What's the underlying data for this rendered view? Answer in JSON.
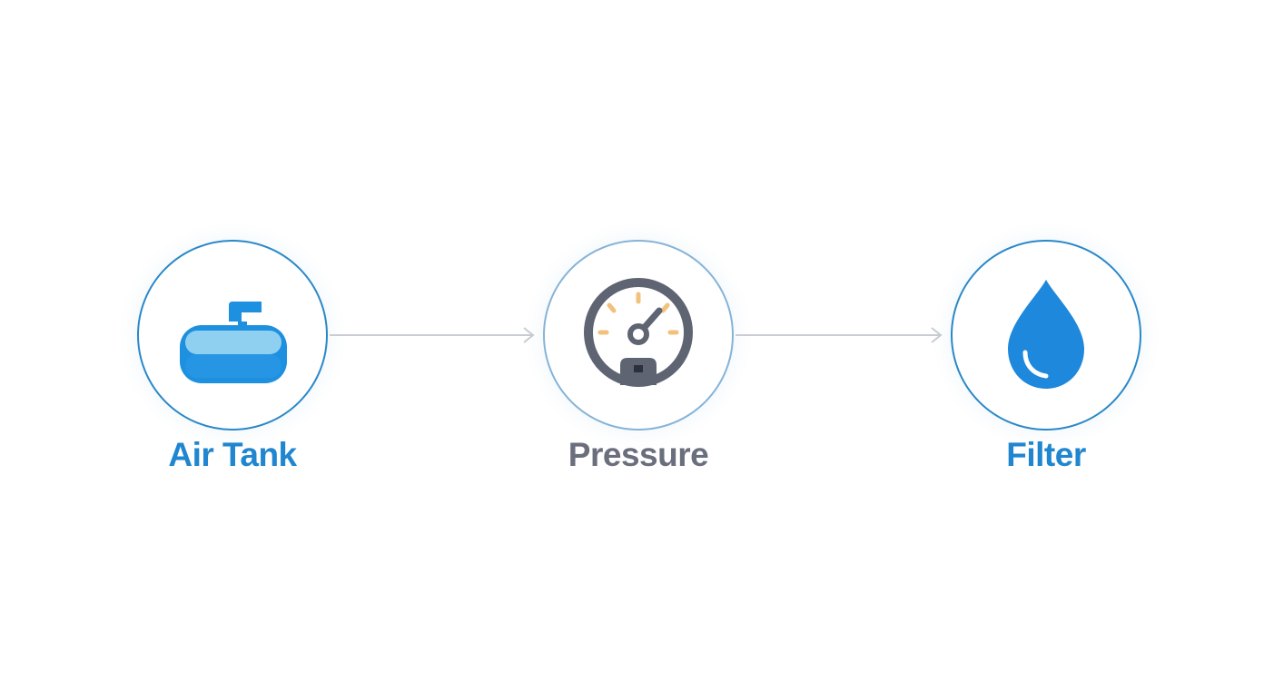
{
  "diagram": {
    "nodes": [
      {
        "label": "Air Tank",
        "icon": "air-tank-icon",
        "color": "#1f86cf"
      },
      {
        "label": "Pressure",
        "icon": "pressure-gauge-icon",
        "color": "#6b6f7d"
      },
      {
        "label": "Filter",
        "icon": "water-drop-icon",
        "color": "#1f86cf"
      }
    ],
    "connectors": [
      {
        "from": "Air Tank",
        "to": "Pressure",
        "icon": "arrow-right-icon"
      },
      {
        "from": "Pressure",
        "to": "Filter",
        "icon": "arrow-right-icon"
      }
    ],
    "colors": {
      "ring_blue": "#2a88c8",
      "ring_muted": "#86b3d6",
      "connector": "#c9ccd2",
      "gauge_gray": "#5f6473",
      "gauge_ticks": "#f2c17d",
      "tank_blue": "#1e90e0",
      "tank_light": "#8fd0f0"
    }
  }
}
